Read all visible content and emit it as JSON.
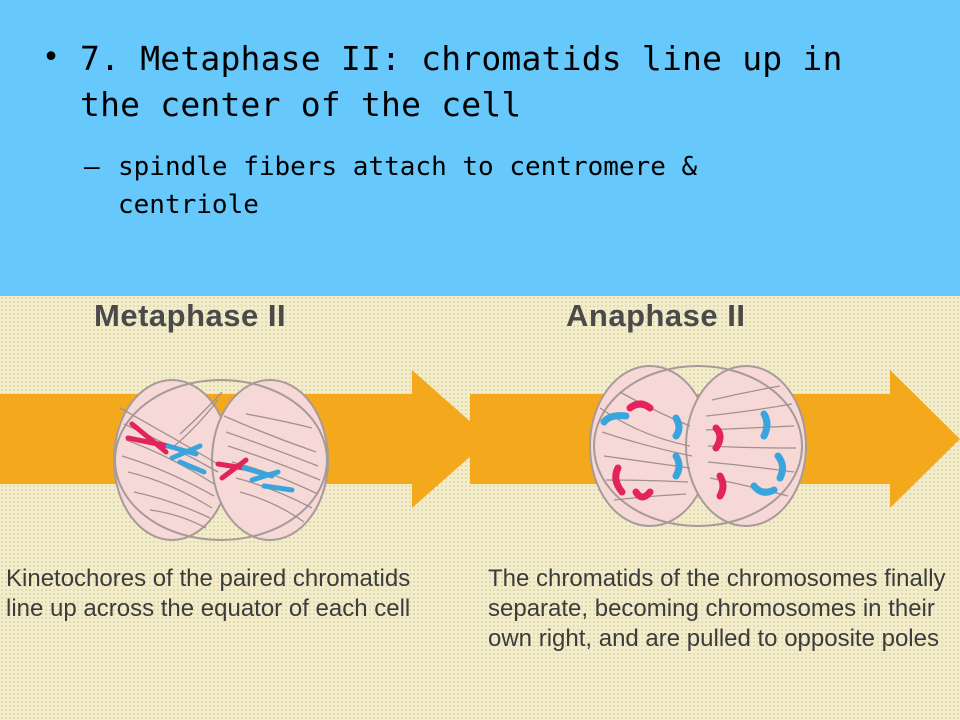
{
  "slide": {
    "bullet": "7.  Metaphase II:  chromatids line up in the center of the cell",
    "sub_bullet": "spindle fibers attach to centromere & centriole"
  },
  "figure": {
    "metaphase": {
      "title": "Metaphase II",
      "caption": "Kinetochores of the paired chromatids line up across the equator of each cell"
    },
    "anaphase": {
      "title": "Anaphase II",
      "caption": "The chromatids of the chromosomes finally separate, becoming chromosomes in their own right, and are pulled to opposite poles"
    }
  },
  "colors": {
    "header_bg": "#66c8fb",
    "figure_bg": "#f3edcc",
    "arrow": "#f4a81c",
    "cell_fill": "#f6d9d7",
    "chromosome_red": "#e2245a",
    "chromosome_blue": "#3aa4dc"
  }
}
